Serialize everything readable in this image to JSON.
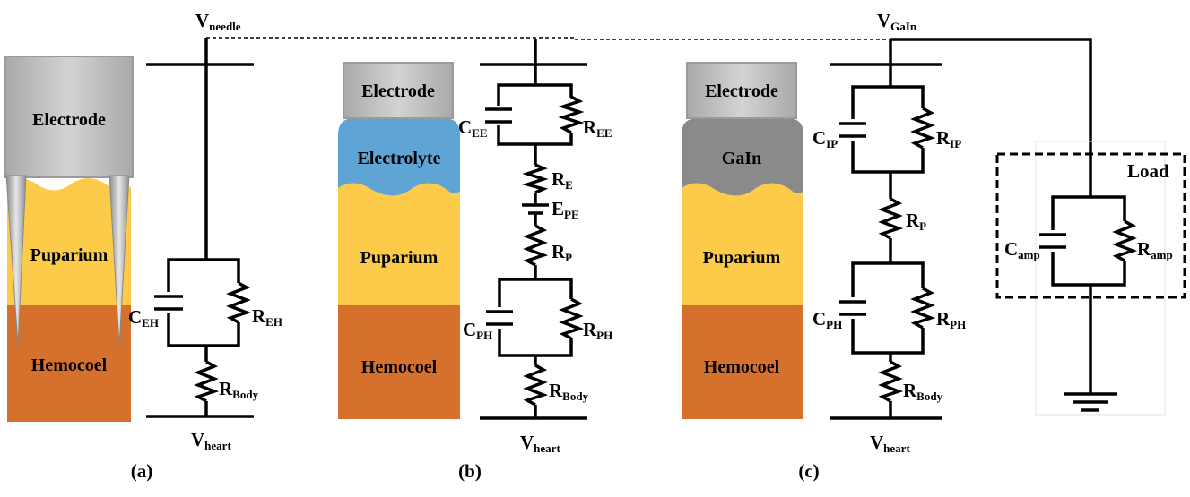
{
  "panels": {
    "a": {
      "caption": "(a)",
      "blocks": {
        "electrode": "Electrode",
        "puparium": "Puparium",
        "hemocoel": "Hemocoel"
      },
      "v_top": {
        "main": "V",
        "sub": "needle"
      },
      "v_bottom": {
        "main": "V",
        "sub": "heart"
      },
      "components": [
        {
          "main": "C",
          "sub": "EH"
        },
        {
          "main": "R",
          "sub": "EH"
        },
        {
          "main": "R",
          "sub": "Body"
        }
      ]
    },
    "b": {
      "caption": "(b)",
      "blocks": {
        "electrode": "Electrode",
        "middle": "Electrolyte",
        "puparium": "Puparium",
        "hemocoel": "Hemocoel"
      },
      "v_bottom": {
        "main": "V",
        "sub": "heart"
      },
      "components": [
        {
          "main": "C",
          "sub": "EE"
        },
        {
          "main": "R",
          "sub": "EE"
        },
        {
          "main": "R",
          "sub": "E"
        },
        {
          "main": "E",
          "sub": "PE"
        },
        {
          "main": "R",
          "sub": "P"
        },
        {
          "main": "C",
          "sub": "PH"
        },
        {
          "main": "R",
          "sub": "PH"
        },
        {
          "main": "R",
          "sub": "Body"
        }
      ]
    },
    "c": {
      "caption": "(c)",
      "blocks": {
        "electrode": "Electrode",
        "middle": "GaIn",
        "puparium": "Puparium",
        "hemocoel": "Hemocoel"
      },
      "v_top": {
        "main": "V",
        "sub": "GaIn"
      },
      "v_bottom": {
        "main": "V",
        "sub": "heart"
      },
      "components": [
        {
          "main": "C",
          "sub": "IP"
        },
        {
          "main": "R",
          "sub": "IP"
        },
        {
          "main": "R",
          "sub": "P"
        },
        {
          "main": "C",
          "sub": "PH"
        },
        {
          "main": "R",
          "sub": "PH"
        },
        {
          "main": "R",
          "sub": "Body"
        }
      ]
    },
    "load": {
      "title": "Load",
      "components": [
        {
          "main": "C",
          "sub": "amp"
        },
        {
          "main": "R",
          "sub": "amp"
        }
      ]
    }
  },
  "colors": {
    "electrode": "#c2c2c2",
    "puparium": "#fccb4a",
    "hemocoel": "#d5702d",
    "electrolyte": "#5ea5d6",
    "gain": "#8a8a8a"
  }
}
